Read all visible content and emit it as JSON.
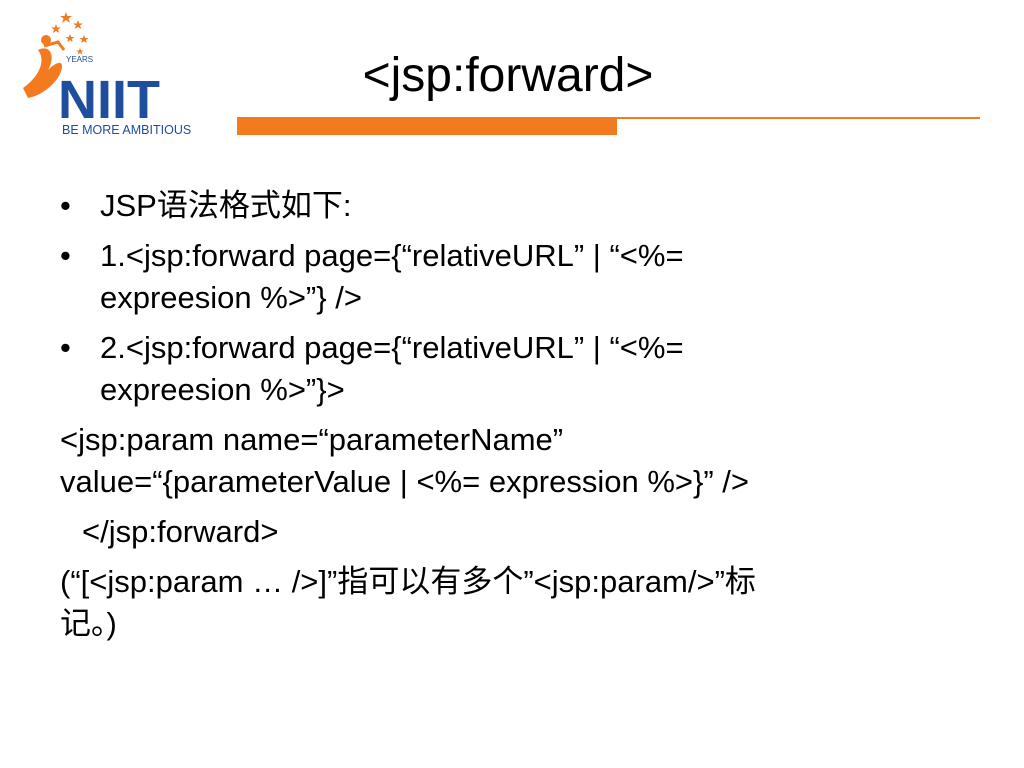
{
  "logo": {
    "tagline": "BE MORE AMBITIOUS",
    "brand": "NIIT",
    "years_word": "YEARS",
    "colors": {
      "blue": "#1f4e9c",
      "orange": "#f47a20"
    }
  },
  "slide": {
    "title": "<jsp:forward>",
    "bullet_glyph": "•",
    "bullets": [
      {
        "lines": [
          "JSP语法格式如下:"
        ]
      },
      {
        "lines": [
          "1.<jsp:forward page={“relativeURL” | “<%=",
          "expreesion %>”}  />"
        ]
      },
      {
        "lines": [
          "2.<jsp:forward page={“relativeURL” | “<%=",
          "expreesion %>”}>"
        ]
      }
    ],
    "paragraphs": [
      "<jsp:param name=“parameterName”",
      "value=“{parameterValue | <%= expression %>}” />",
      "</jsp:forward>",
      "(“[<jsp:param … />]”指可以有多个”<jsp:param/>”标",
      "记。)"
    ]
  }
}
